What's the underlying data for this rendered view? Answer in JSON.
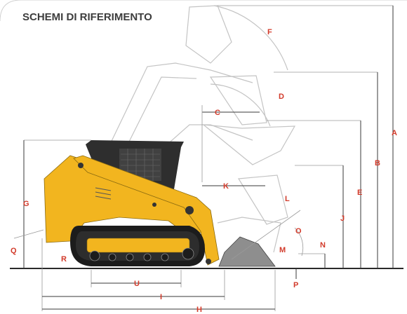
{
  "title": "SCHEMI DI RIFERIMENTO",
  "labels": {
    "A": "A",
    "B": "B",
    "C": "C",
    "D": "D",
    "E": "E",
    "F": "F",
    "G": "G",
    "H": "H",
    "I": "I",
    "J": "J",
    "K": "K",
    "L": "L",
    "M": "M",
    "N": "N",
    "O": "O",
    "P": "P",
    "Q": "Q",
    "R": "R",
    "U": "U"
  },
  "colors": {
    "machine_body": "#f2b51f",
    "cab": "#2e2e2e",
    "track": "#1c1c1c",
    "label": "#d23a2a",
    "title": "#3d3d3d",
    "ghost_outline": "#c4c4c4"
  }
}
